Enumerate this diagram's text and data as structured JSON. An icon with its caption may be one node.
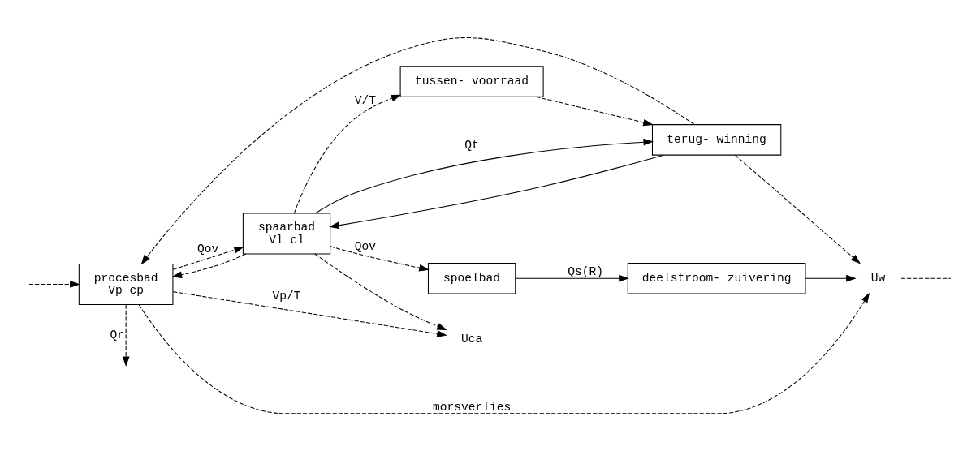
{
  "diagram": {
    "nodes": [
      {
        "text": [
          "procesbad",
          "Vp cp"
        ]
      },
      {
        "text": [
          "spaarbad",
          "Vl cl"
        ]
      },
      {
        "text": [
          "spoelbad"
        ]
      },
      {
        "text": [
          "deelstroom- zuivering"
        ]
      },
      {
        "text": [
          "tussen- voorraad"
        ]
      },
      {
        "text": [
          "terug- winning"
        ]
      },
      {
        "text": [
          "Uw"
        ]
      },
      {
        "text": [
          "Uca"
        ]
      }
    ],
    "edges": [
      {
        "from": 0,
        "to": null,
        "arrow": "to",
        "label": "Qr",
        "style": "dashed"
      },
      {
        "from": null,
        "to": 0,
        "arrow": "to",
        "style": "dashed"
      },
      {
        "from": 0,
        "to": 1,
        "arrow": "to",
        "label": "Qov",
        "style": "dashed"
      },
      {
        "from": 1,
        "to": 2,
        "arrow": "to",
        "label": "Qov",
        "style": "dashed"
      },
      {
        "from": 0,
        "to": 6,
        "arrow": "to",
        "label": "morsverlies",
        "style": "dashed"
      },
      {
        "from": 1,
        "to": 0,
        "arrow": "to",
        "style": "dashed"
      },
      {
        "from": 5,
        "to": 0,
        "arrow": "to",
        "style": "dashed"
      },
      {
        "from": 0,
        "to": 7,
        "arrow": "to",
        "label": "Vp/T",
        "style": "dashed"
      },
      {
        "from": 1,
        "to": 4,
        "arrow": "to",
        "label": "V/T",
        "style": "dashed"
      },
      {
        "from": 1,
        "to": 7,
        "arrow": "to",
        "style": "dashed"
      },
      {
        "from": 4,
        "to": 5,
        "arrow": "to",
        "style": "dashed"
      },
      {
        "from": 1,
        "to": 5,
        "arrow": "to",
        "label": "Qt"
      },
      {
        "from": 5,
        "to": 1,
        "arrow": "to"
      },
      {
        "from": 2,
        "to": 3,
        "arrow": "to",
        "label": "Qs(R)"
      },
      {
        "from": 3,
        "to": 6,
        "arrow": "to"
      },
      {
        "from": 5,
        "to": 6,
        "arrow": "to",
        "style": "dashed"
      },
      {
        "from": 6,
        "to": null,
        "arrow": "none",
        "style": "dashed"
      }
    ]
  }
}
